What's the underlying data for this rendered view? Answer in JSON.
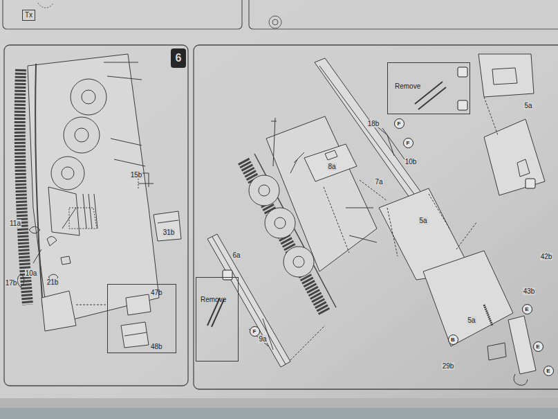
{
  "diagram": {
    "nodes": [
      {
        "text": [
          "Tx"
        ]
      },
      {
        "text": [
          "6"
        ]
      },
      {
        "text": [
          "47b",
          "48b"
        ]
      },
      {
        "text": [
          "Remove"
        ]
      },
      {
        "text": [
          "Remove"
        ]
      },
      {
        "text": [
          "F"
        ]
      },
      {
        "text": [
          "F"
        ]
      },
      {
        "text": [
          "F"
        ]
      },
      {
        "text": [
          "B"
        ]
      },
      {
        "text": [
          "E"
        ]
      },
      {
        "text": [
          "E"
        ]
      },
      {
        "text": [
          "E"
        ]
      }
    ],
    "labels": [
      "15b",
      "31b",
      "11a",
      "10a",
      "17b",
      "21b",
      "18b",
      "10b",
      "8a",
      "7a",
      "5a",
      "5a",
      "6a",
      "9a",
      "5a",
      "29b",
      "43b",
      "42b"
    ]
  }
}
